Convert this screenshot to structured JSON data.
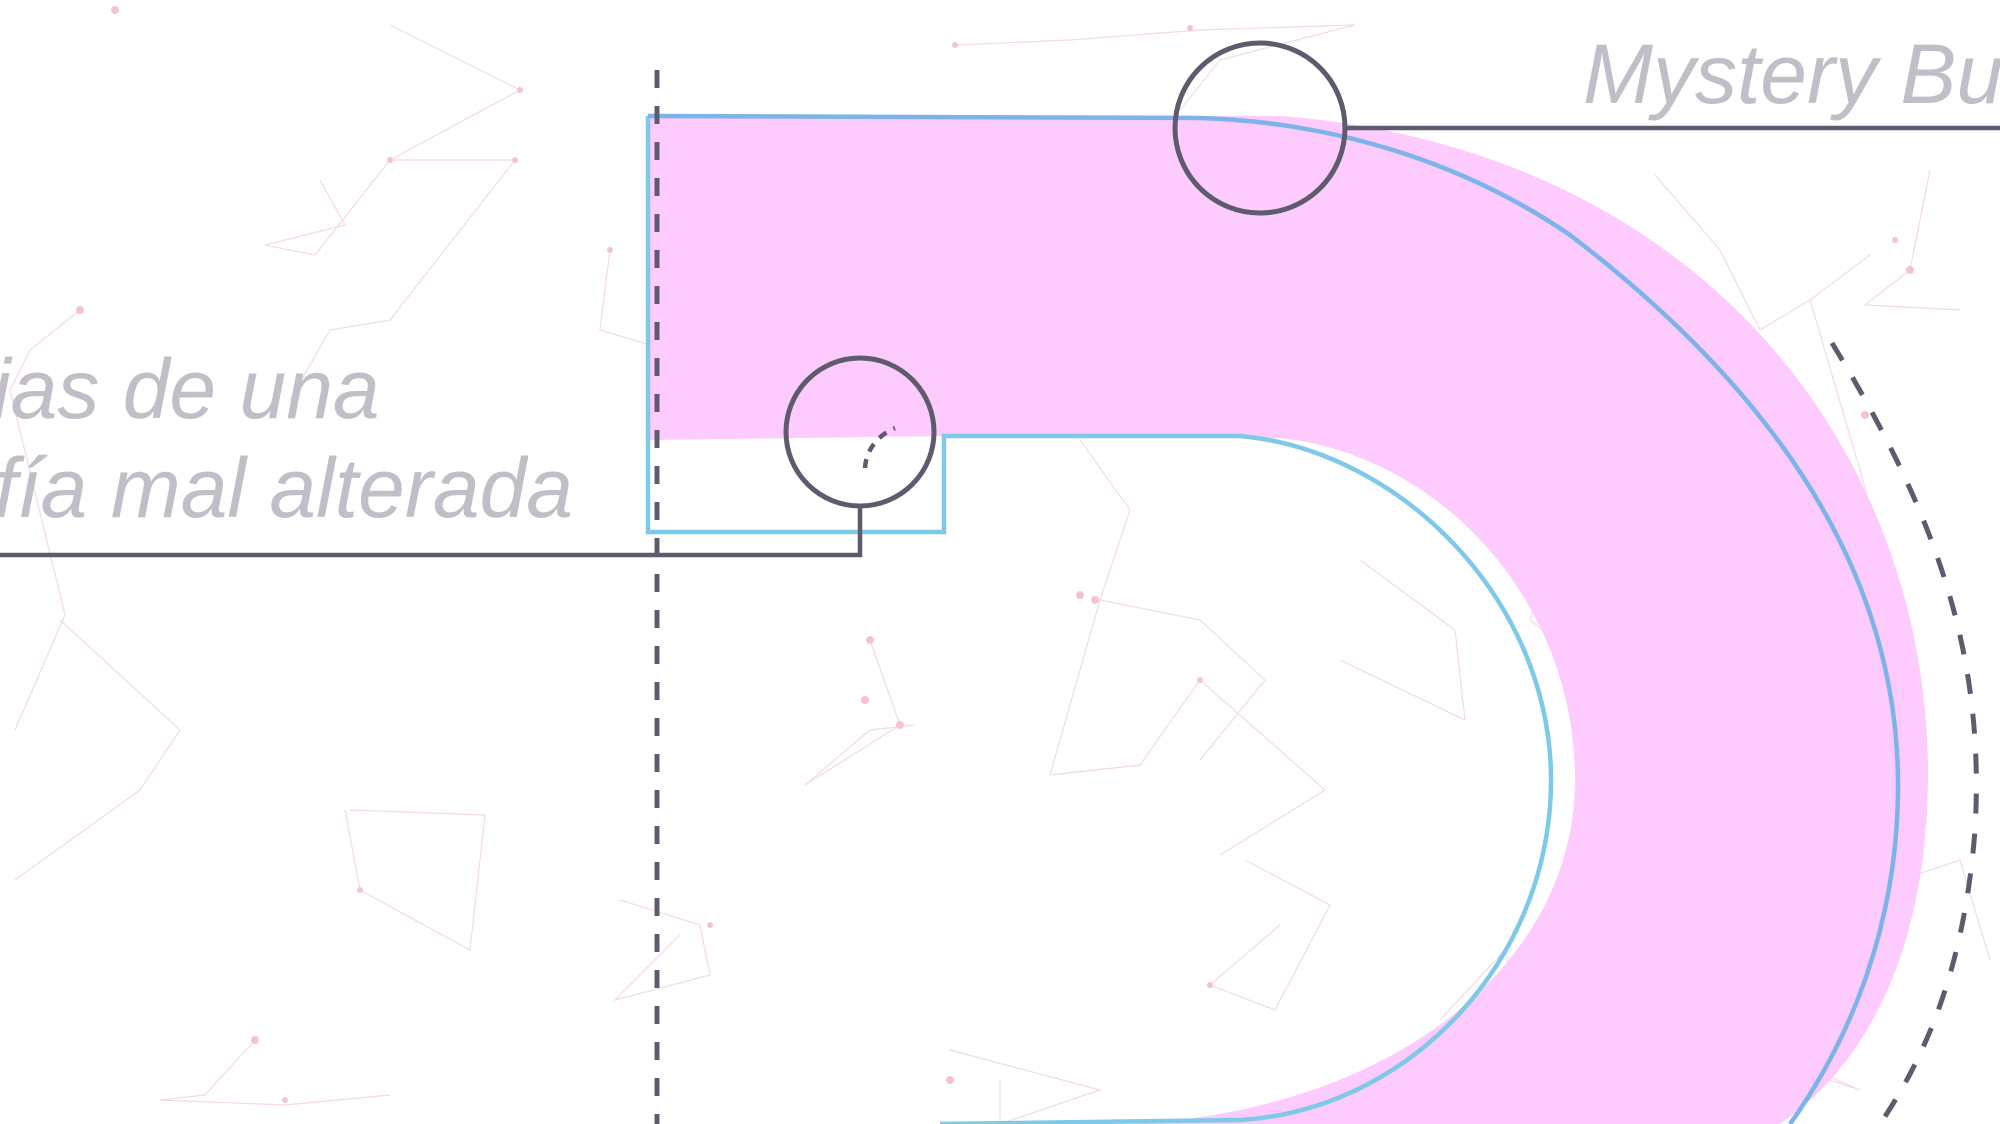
{
  "labels": {
    "top_right": "Mystery Bu",
    "left_line_1": "ias de una",
    "left_line_2": "fía mal alterada"
  },
  "colors": {
    "background": "#ffffff",
    "glyph_fill": "#fdcbfd",
    "guide_blue": "#7cb3ea",
    "guide_cyan": "#7ec8e8",
    "guide_dark": "#5f5b6e",
    "label_gray": "#c1bec8",
    "network": "#f3c4d4"
  }
}
